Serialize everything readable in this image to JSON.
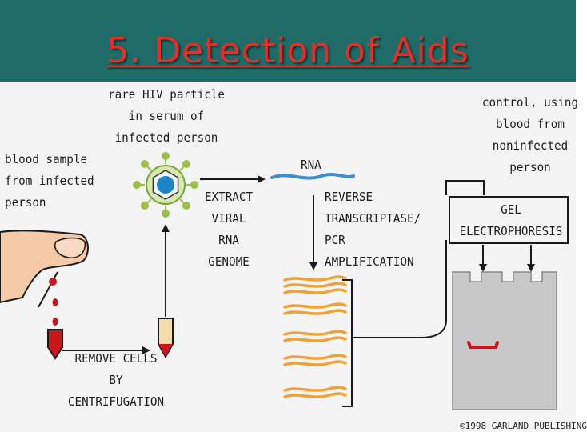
{
  "slide": {
    "title": "5. Detection of Aids",
    "header_color": "#1f6b68",
    "title_color": "#e0302a"
  },
  "diagram": {
    "labels": {
      "blood_sample": "blood sample\nfrom infected\nperson",
      "hiv_particle": "rare HIV particle\nin serum of\ninfected person",
      "rna": "RNA",
      "extract": "EXTRACT\nVIRAL\nRNA\nGENOME",
      "reverse": "REVERSE\nTRANSCRIPTASE/\nPCR\nAMPLIFICATION",
      "control": "control, using\nblood from\nnoninfected\nperson",
      "gel": "GEL\nELECTROPHORESIS",
      "remove_cells": "REMOVE CELLS\nBY\nCENTRIFUGATION"
    },
    "copyright": "©1998 GARLAND PUBLISHING",
    "colors": {
      "blood": "#c8161d",
      "rna": "#3a8fd4",
      "dna": "#f2a234",
      "gel": "#c8c8c8",
      "virus_envelope": "#9bc04a",
      "virus_core": "#1f84c6",
      "finger": "#f6c9a8"
    }
  }
}
